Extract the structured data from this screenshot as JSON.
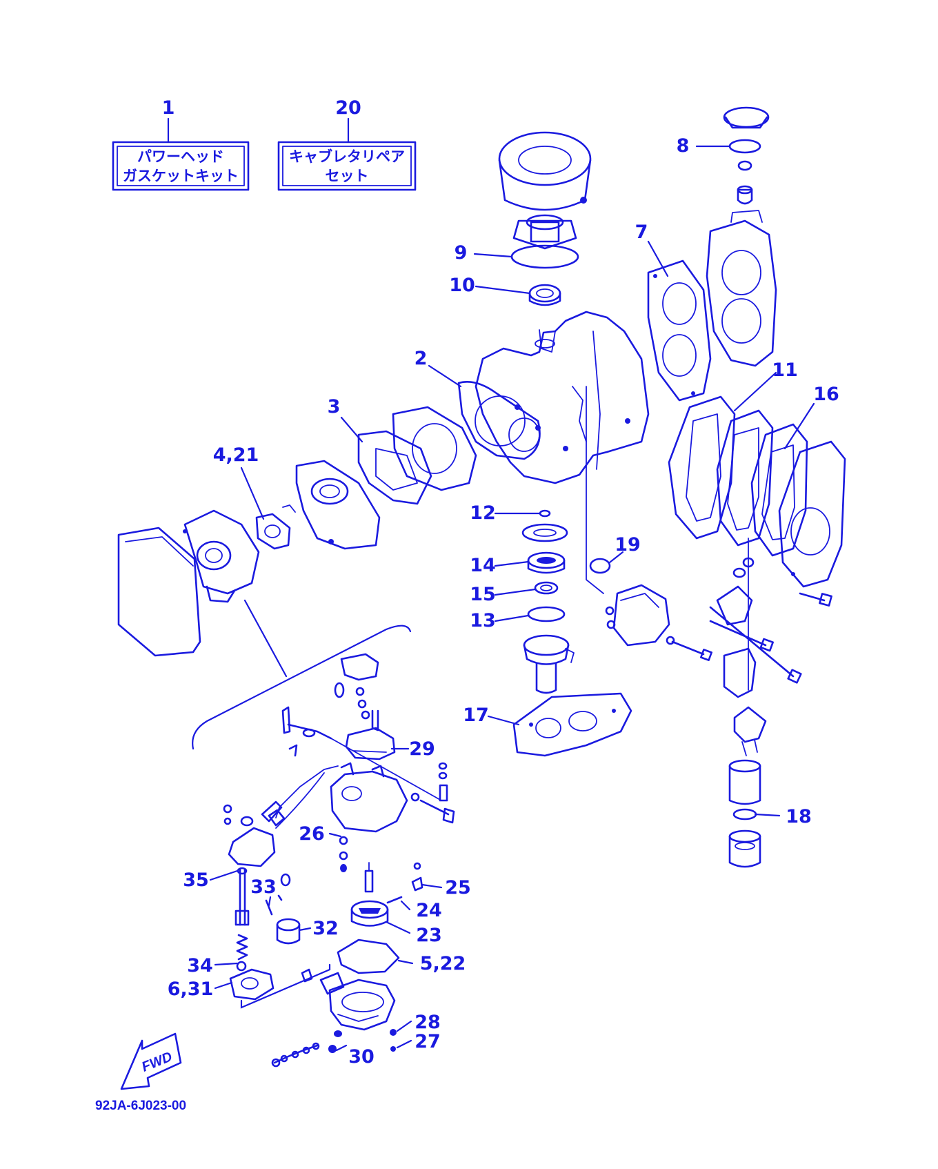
{
  "diagram": {
    "drawing_code": "92JA-6J023-00",
    "direction_arrow": "FWD",
    "ink_color": "#1a1adf",
    "background_color": "#ffffff",
    "kits": [
      {
        "number": "1",
        "line1": "パワーヘッド",
        "line2": "ガスケットキット"
      },
      {
        "number": "20",
        "line1": "キャブレタリペア",
        "line2": "セット"
      }
    ],
    "callouts": {
      "c2": "2",
      "c3": "3",
      "c4_21": "4,21",
      "c5_22": "5,22",
      "c6_31": "6,31",
      "c7": "7",
      "c8": "8",
      "c9": "9",
      "c10": "10",
      "c11": "11",
      "c12": "12",
      "c13": "13",
      "c14": "14",
      "c15": "15",
      "c16": "16",
      "c17": "17",
      "c18": "18",
      "c19": "19",
      "c23": "23",
      "c24": "24",
      "c25": "25",
      "c26": "26",
      "c27": "27",
      "c28": "28",
      "c29": "29",
      "c30": "30",
      "c32": "32",
      "c33": "33",
      "c34": "34",
      "c35": "35"
    }
  }
}
